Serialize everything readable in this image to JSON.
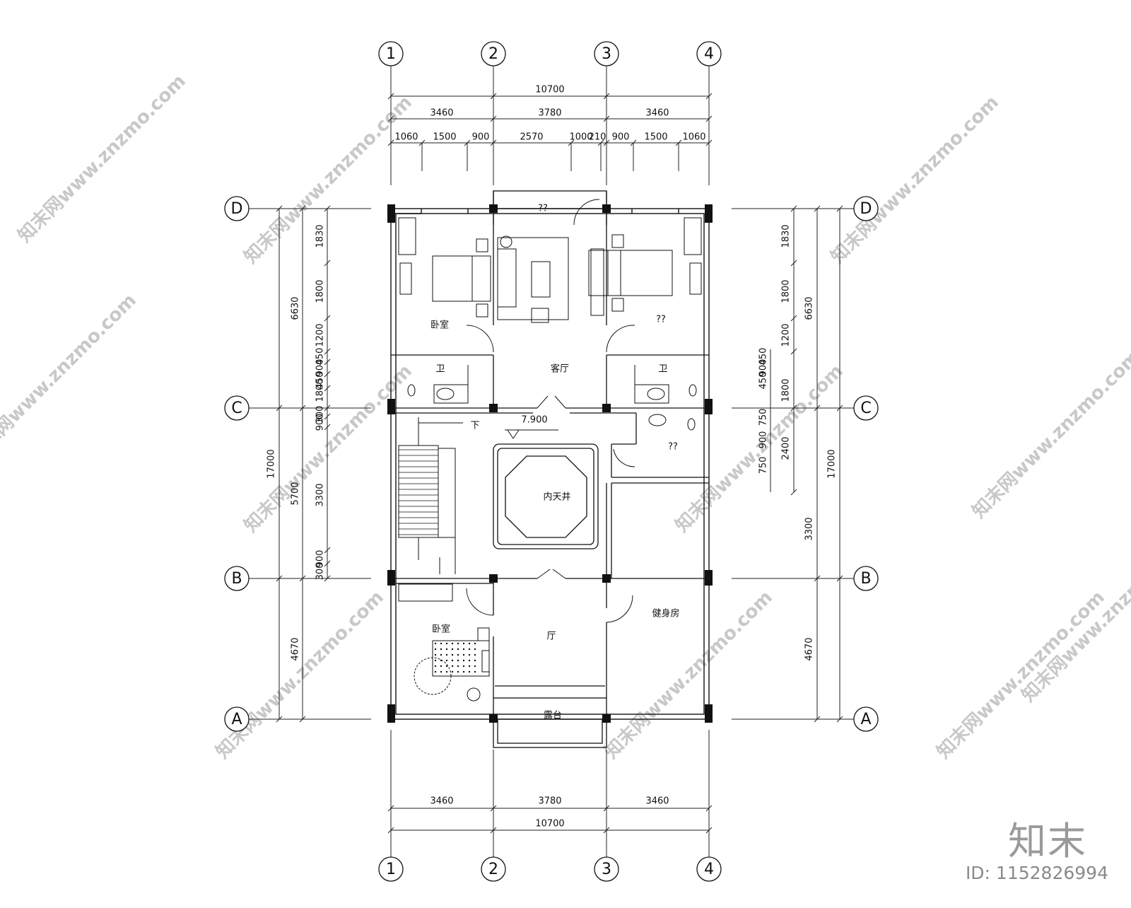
{
  "axes": {
    "vertical": [
      "1",
      "2",
      "3",
      "4"
    ],
    "horizontal": [
      "D",
      "C",
      "B",
      "A"
    ]
  },
  "dims_top": {
    "overall": "10700",
    "bays": [
      "3460",
      "3780",
      "3460"
    ],
    "detail": [
      "1060",
      "1500",
      "900",
      "2570",
      "1000",
      "210",
      "900",
      "1500",
      "1060"
    ]
  },
  "dims_bottom": {
    "bays": [
      "3460",
      "3780",
      "3460"
    ],
    "overall": "10700"
  },
  "dims_left": {
    "overall": "17000",
    "bays": [
      "6630",
      "5700",
      "4670"
    ],
    "detail": [
      "1830",
      "1800",
      "1200",
      "450",
      "900",
      "450",
      "1800",
      "300",
      "900",
      "3300",
      "900",
      "300"
    ]
  },
  "dims_right": {
    "overall": "17000",
    "bays": [
      "6630",
      "3300",
      "4670"
    ],
    "detail": [
      "1830",
      "1800",
      "1200",
      "450",
      "900",
      "450",
      "1800",
      "750",
      "900",
      "750",
      "2400"
    ]
  },
  "rooms": {
    "top_balcony": "??",
    "bedroom_nw": "卧室",
    "bedroom_ne": "??",
    "living": "客厅",
    "bath_w": "卫",
    "bath_e": "卫",
    "stair_down": "下",
    "level": "7.900",
    "small_room": "??",
    "atrium": "内天井",
    "hall": "厅",
    "gym": "健身房",
    "bedroom_sw": "卧室",
    "terrace": "露台"
  },
  "watermark": "知末网www.znzmo.com",
  "brand": {
    "logo": "知末",
    "id": "ID: 1152826994"
  }
}
